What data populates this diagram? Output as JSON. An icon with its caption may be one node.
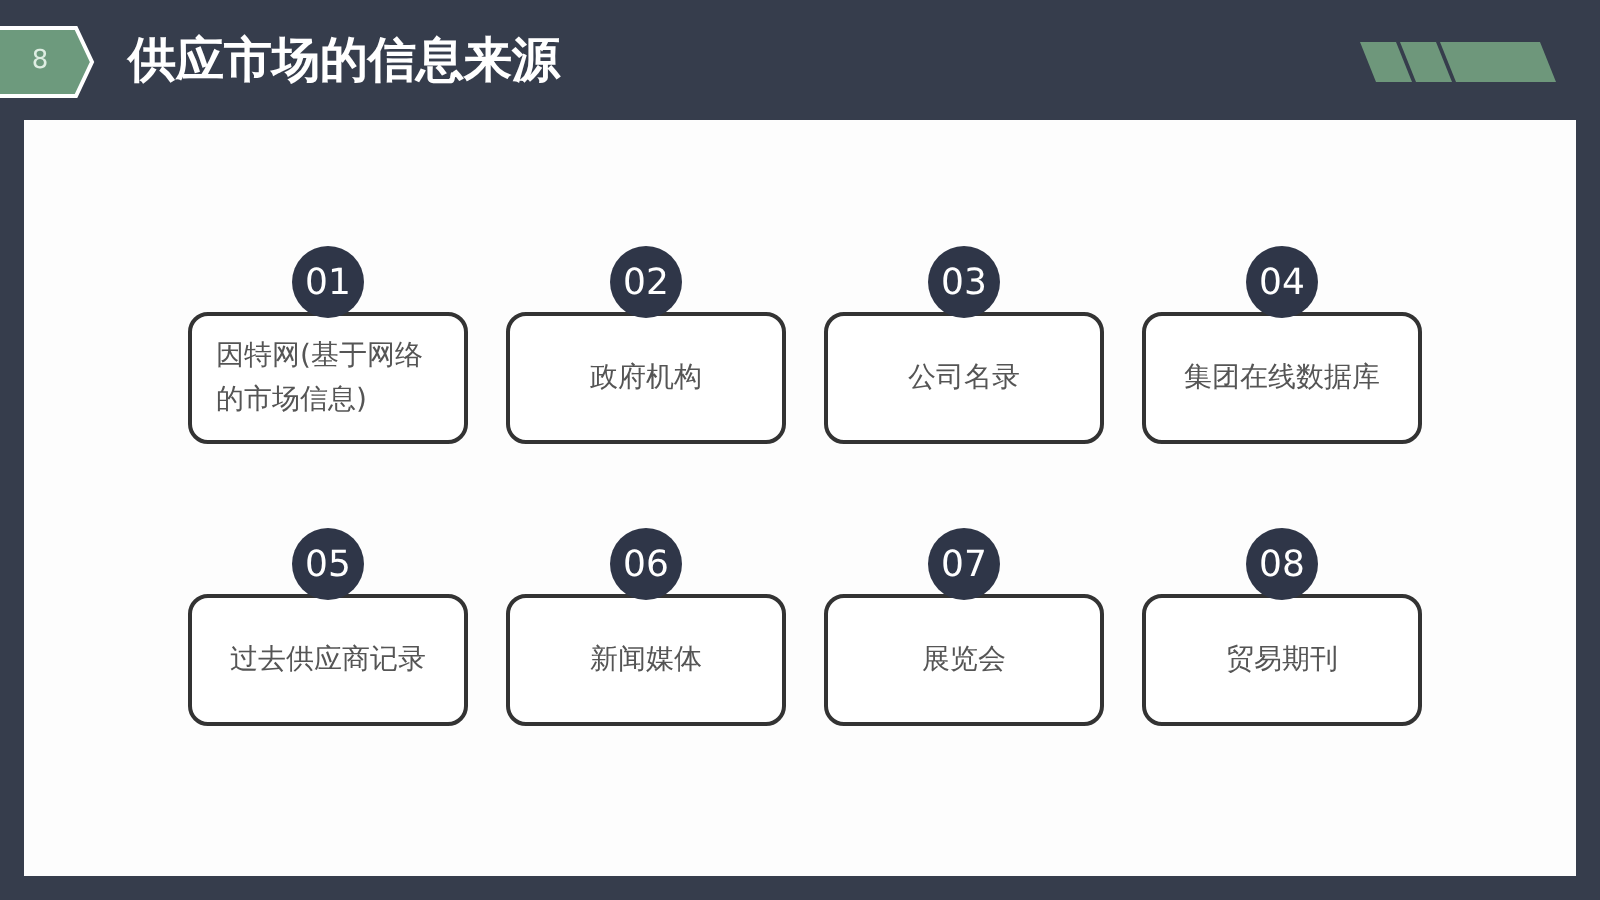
{
  "diagram": {
    "title": "供应市场的信息来源",
    "nodes": [
      {
        "text": [
          "8"
        ]
      },
      {
        "text": [
          "01"
        ]
      },
      {
        "text": [
          "因特网(基于网络的市场信息)"
        ]
      },
      {
        "text": [
          "02"
        ]
      },
      {
        "text": [
          "政府机构"
        ]
      },
      {
        "text": [
          "03"
        ]
      },
      {
        "text": [
          "公司名录"
        ]
      },
      {
        "text": [
          "04"
        ]
      },
      {
        "text": [
          "集团在线数据库"
        ]
      },
      {
        "text": [
          "05"
        ]
      },
      {
        "text": [
          "过去供应商记录"
        ]
      },
      {
        "text": [
          "06"
        ]
      },
      {
        "text": [
          "新闻媒体"
        ]
      },
      {
        "text": [
          "07"
        ]
      },
      {
        "text": [
          "展览会"
        ]
      },
      {
        "text": [
          "08"
        ]
      },
      {
        "text": [
          "贸易期刊"
        ]
      }
    ]
  }
}
